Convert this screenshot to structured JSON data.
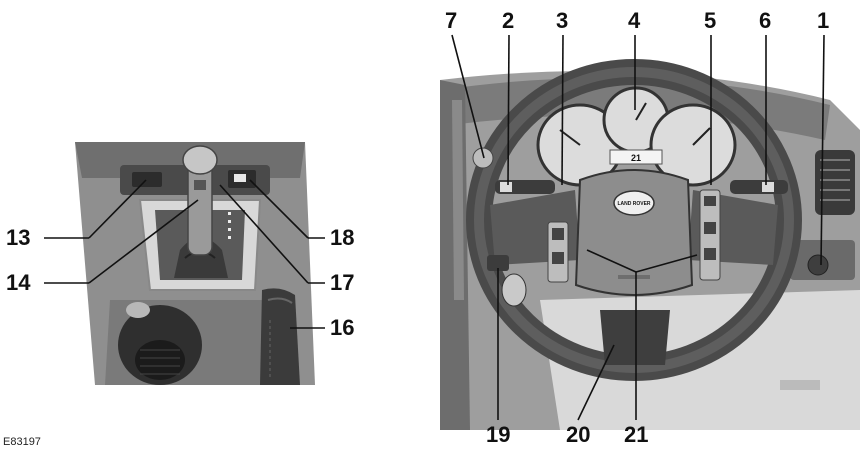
{
  "figure_ref": "E83197",
  "console_callouts": [
    "13",
    "14",
    "18",
    "17",
    "16"
  ],
  "wheel_callouts_top": [
    "7",
    "2",
    "3",
    "4",
    "5",
    "6",
    "1"
  ],
  "wheel_callouts_bottom": [
    "19",
    "20",
    "21"
  ],
  "wheel_badge": "LAND ROVER",
  "cluster_readout": "21"
}
